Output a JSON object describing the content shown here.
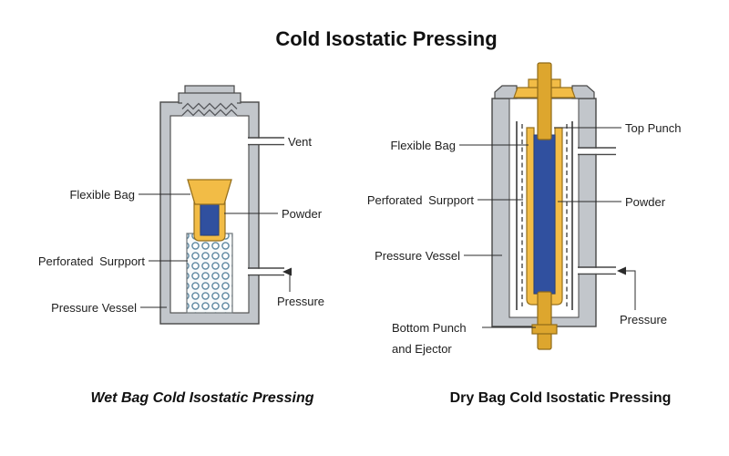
{
  "title": "Cold Isostatic Pressing",
  "colors": {
    "vessel_gray": "#c2c6cb",
    "bag_yellow": "#f2bc46",
    "punch_gold": "#dda62e",
    "powder_blue": "#30509f",
    "outline": "#474747"
  },
  "wet_bag": {
    "caption": "Wet Bag Cold Isostatic Pressing",
    "labels": {
      "vent": "Vent",
      "flexible_bag": "Flexible Bag",
      "powder": "Powder",
      "perforated_support": "Perforated Surpport",
      "pressure_vessel": "Pressure Vessel",
      "pressure": "Pressure"
    }
  },
  "dry_bag": {
    "caption": "Dry Bag Cold Isostatic Pressing",
    "labels": {
      "top_punch": "Top Punch",
      "flexible_bag": "Flexible Bag",
      "perforated_support": "Perforated Surpport",
      "powder": "Powder",
      "pressure_vessel": "Pressure Vessel",
      "bottom_punch_line1": "Bottom Punch",
      "bottom_punch_line2": "and Ejector",
      "pressure": "Pressure"
    }
  }
}
